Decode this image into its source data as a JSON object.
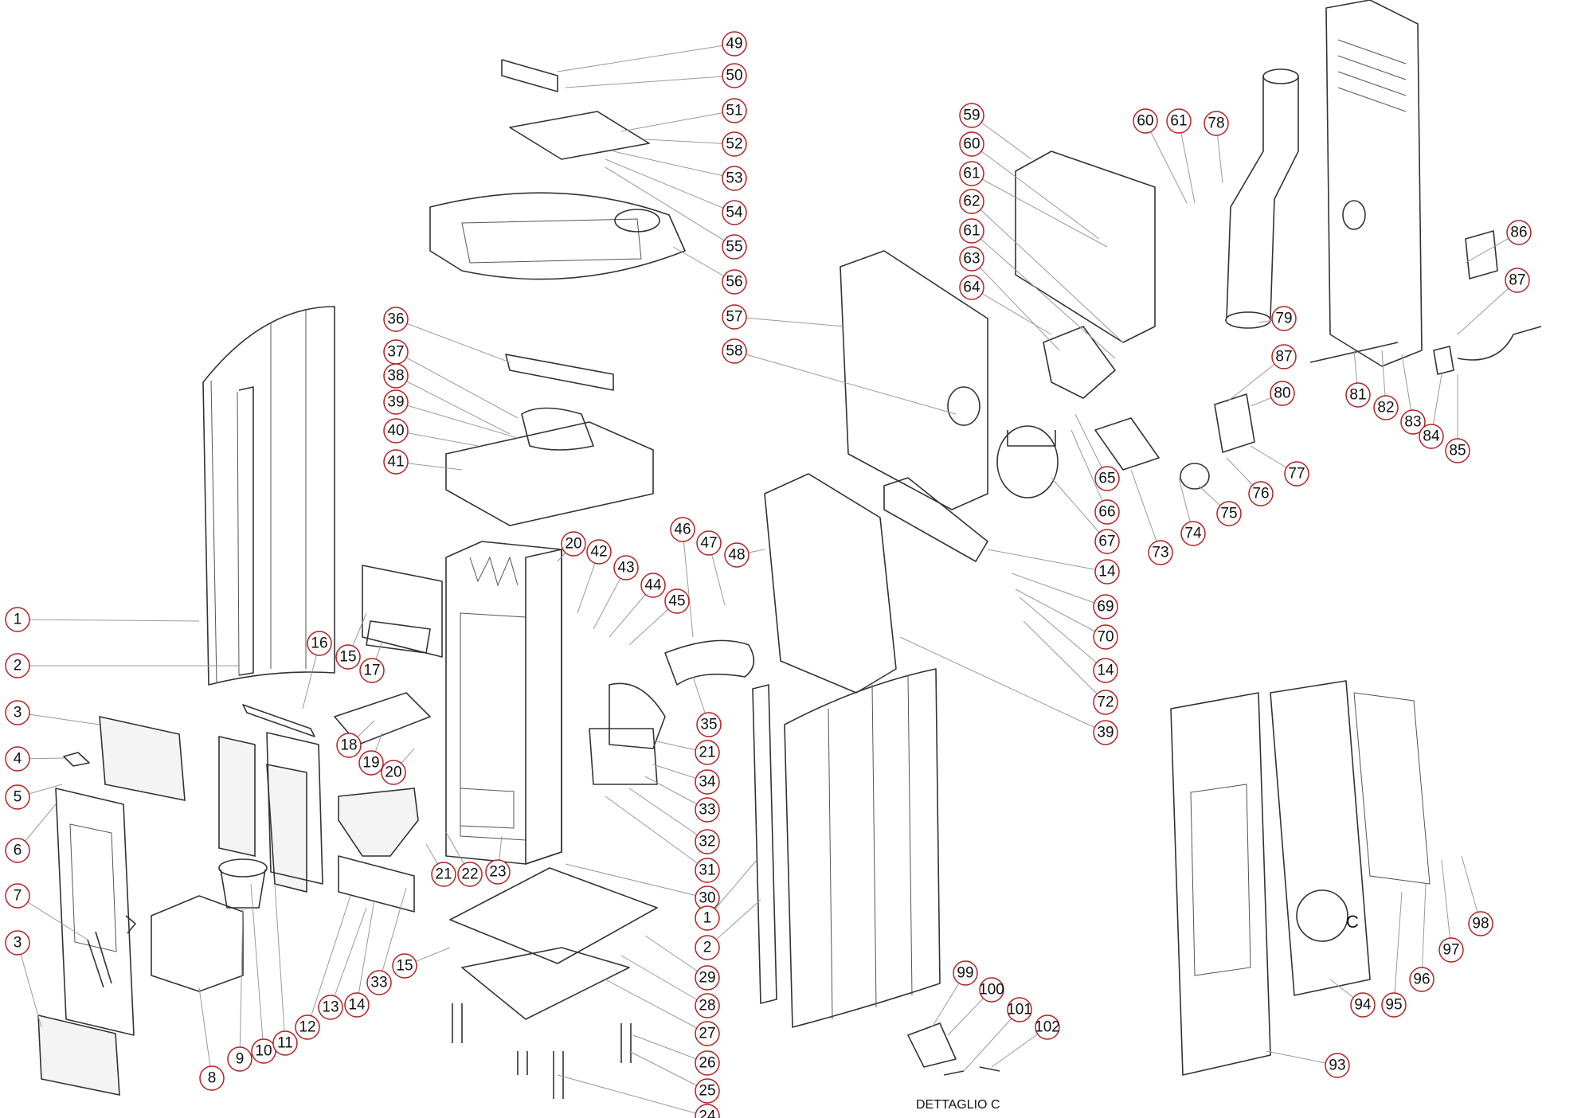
{
  "diagram": {
    "detail_label": "DETTAGLIO C",
    "detail_letter": "C",
    "callouts": [
      {
        "id": "c1a",
        "text": "1"
      },
      {
        "id": "c2a",
        "text": "2"
      },
      {
        "id": "c3a",
        "text": "3"
      },
      {
        "id": "c4",
        "text": "4"
      },
      {
        "id": "c5",
        "text": "5"
      },
      {
        "id": "c6",
        "text": "6"
      },
      {
        "id": "c7",
        "text": "7"
      },
      {
        "id": "c3b",
        "text": "3"
      },
      {
        "id": "c8",
        "text": "8"
      },
      {
        "id": "c9",
        "text": "9"
      },
      {
        "id": "c10",
        "text": "10"
      },
      {
        "id": "c11",
        "text": "11"
      },
      {
        "id": "c12",
        "text": "12"
      },
      {
        "id": "c13",
        "text": "13"
      },
      {
        "id": "c14a",
        "text": "14"
      },
      {
        "id": "c33a",
        "text": "33"
      },
      {
        "id": "c15a",
        "text": "15"
      },
      {
        "id": "c16",
        "text": "16"
      },
      {
        "id": "c15b",
        "text": "15"
      },
      {
        "id": "c17",
        "text": "17"
      },
      {
        "id": "c18",
        "text": "18"
      },
      {
        "id": "c19",
        "text": "19"
      },
      {
        "id": "c20a",
        "text": "20"
      },
      {
        "id": "c21a",
        "text": "21"
      },
      {
        "id": "c22",
        "text": "22"
      },
      {
        "id": "c23",
        "text": "23"
      },
      {
        "id": "c36",
        "text": "36"
      },
      {
        "id": "c37",
        "text": "37"
      },
      {
        "id": "c38",
        "text": "38"
      },
      {
        "id": "c39a",
        "text": "39"
      },
      {
        "id": "c40",
        "text": "40"
      },
      {
        "id": "c41",
        "text": "41"
      },
      {
        "id": "c20b",
        "text": "20"
      },
      {
        "id": "c42",
        "text": "42"
      },
      {
        "id": "c43",
        "text": "43"
      },
      {
        "id": "c44",
        "text": "44"
      },
      {
        "id": "c45",
        "text": "45"
      },
      {
        "id": "c46",
        "text": "46"
      },
      {
        "id": "c47",
        "text": "47"
      },
      {
        "id": "c48",
        "text": "48"
      },
      {
        "id": "c35",
        "text": "35"
      },
      {
        "id": "c21b",
        "text": "21"
      },
      {
        "id": "c34",
        "text": "34"
      },
      {
        "id": "c33b",
        "text": "33"
      },
      {
        "id": "c32",
        "text": "32"
      },
      {
        "id": "c31",
        "text": "31"
      },
      {
        "id": "c30",
        "text": "30"
      },
      {
        "id": "c1b",
        "text": "1"
      },
      {
        "id": "c2b",
        "text": "2"
      },
      {
        "id": "c29",
        "text": "29"
      },
      {
        "id": "c28",
        "text": "28"
      },
      {
        "id": "c27",
        "text": "27"
      },
      {
        "id": "c26",
        "text": "26"
      },
      {
        "id": "c25",
        "text": "25"
      },
      {
        "id": "c24",
        "text": "24"
      },
      {
        "id": "c49",
        "text": "49"
      },
      {
        "id": "c50",
        "text": "50"
      },
      {
        "id": "c51",
        "text": "51"
      },
      {
        "id": "c52",
        "text": "52"
      },
      {
        "id": "c53",
        "text": "53"
      },
      {
        "id": "c54",
        "text": "54"
      },
      {
        "id": "c55",
        "text": "55"
      },
      {
        "id": "c56",
        "text": "56"
      },
      {
        "id": "c57",
        "text": "57"
      },
      {
        "id": "c58",
        "text": "58"
      },
      {
        "id": "c59",
        "text": "59"
      },
      {
        "id": "c60a",
        "text": "60"
      },
      {
        "id": "c61a",
        "text": "61"
      },
      {
        "id": "c62",
        "text": "62"
      },
      {
        "id": "c61b",
        "text": "61"
      },
      {
        "id": "c63",
        "text": "63"
      },
      {
        "id": "c64",
        "text": "64"
      },
      {
        "id": "c60b",
        "text": "60"
      },
      {
        "id": "c61c",
        "text": "61"
      },
      {
        "id": "c78",
        "text": "78"
      },
      {
        "id": "c65",
        "text": "65"
      },
      {
        "id": "c66",
        "text": "66"
      },
      {
        "id": "c67",
        "text": "67"
      },
      {
        "id": "c14b",
        "text": "14"
      },
      {
        "id": "c73",
        "text": "73"
      },
      {
        "id": "c74",
        "text": "74"
      },
      {
        "id": "c75",
        "text": "75"
      },
      {
        "id": "c76",
        "text": "76"
      },
      {
        "id": "c77",
        "text": "77"
      },
      {
        "id": "c80",
        "text": "80"
      },
      {
        "id": "c79",
        "text": "79"
      },
      {
        "id": "c87a",
        "text": "87"
      },
      {
        "id": "c69",
        "text": "69"
      },
      {
        "id": "c70",
        "text": "70"
      },
      {
        "id": "c14c",
        "text": "14"
      },
      {
        "id": "c72",
        "text": "72"
      },
      {
        "id": "c39b",
        "text": "39"
      },
      {
        "id": "c86",
        "text": "86"
      },
      {
        "id": "c87b",
        "text": "87"
      },
      {
        "id": "c81",
        "text": "81"
      },
      {
        "id": "c82",
        "text": "82"
      },
      {
        "id": "c83",
        "text": "83"
      },
      {
        "id": "c84",
        "text": "84"
      },
      {
        "id": "c85",
        "text": "85"
      },
      {
        "id": "c93",
        "text": "93"
      },
      {
        "id": "c94",
        "text": "94"
      },
      {
        "id": "c95",
        "text": "95"
      },
      {
        "id": "c96",
        "text": "96"
      },
      {
        "id": "c97",
        "text": "97"
      },
      {
        "id": "c98",
        "text": "98"
      },
      {
        "id": "c99",
        "text": "99"
      },
      {
        "id": "c100",
        "text": "100"
      },
      {
        "id": "c101",
        "text": "101"
      },
      {
        "id": "c102",
        "text": "102"
      }
    ]
  }
}
